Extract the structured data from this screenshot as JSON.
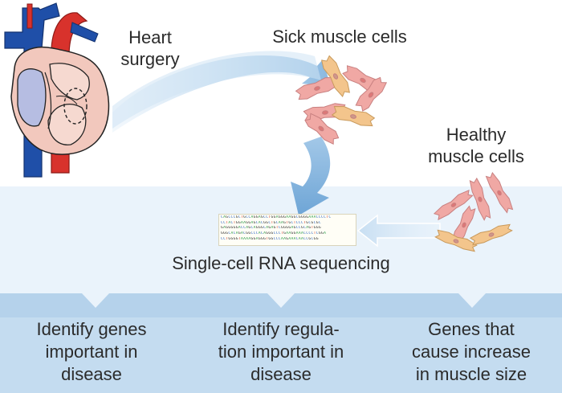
{
  "labels": {
    "heart_surgery": "Heart\nsurgery",
    "sick_cells": "Sick muscle cells",
    "healthy_cells": "Healthy\nmuscle cells",
    "sequencing": "Single-cell RNA sequencing"
  },
  "sequence_lines": [
    "CAGCCCGCTGCCAGGAGCCTGGAGGGAAGGCGGGGAAACCCCTC",
    "CCTACTGGAAGGAGCACGGCTGCAAGTGCTCCCTGCGCGC",
    "GAGGGGGACCAGCAGGGCAGAGTCGGGGAGCCGCAGTGGG",
    "GGGCACAGACGGCCCACAGGGCCCTGAAGGAAACCCCTCGGA",
    "CCTGGGGTAAAAGGAGGGTGGCCCAAGAAACAACCGCGG"
  ],
  "outcomes": [
    {
      "text": "Identify genes\nimportant in\ndisease"
    },
    {
      "text": "Identify regula-\ntion important in\ndisease"
    },
    {
      "text": "Genes that\ncause increase\nin muscle size"
    }
  ],
  "colors": {
    "band_light": "#eaf3fb",
    "band_mid": "#c4dcf0",
    "band_dark": "#a6cae8",
    "arrow": "#7fb1dc",
    "heart_red": "#d8322c",
    "heart_blue": "#1f4fa8",
    "heart_tissue": "#f2c8bd",
    "heart_chamber": "#b6bde2",
    "cell_pink": "#f0a8a4",
    "cell_tan": "#f3c58c"
  }
}
